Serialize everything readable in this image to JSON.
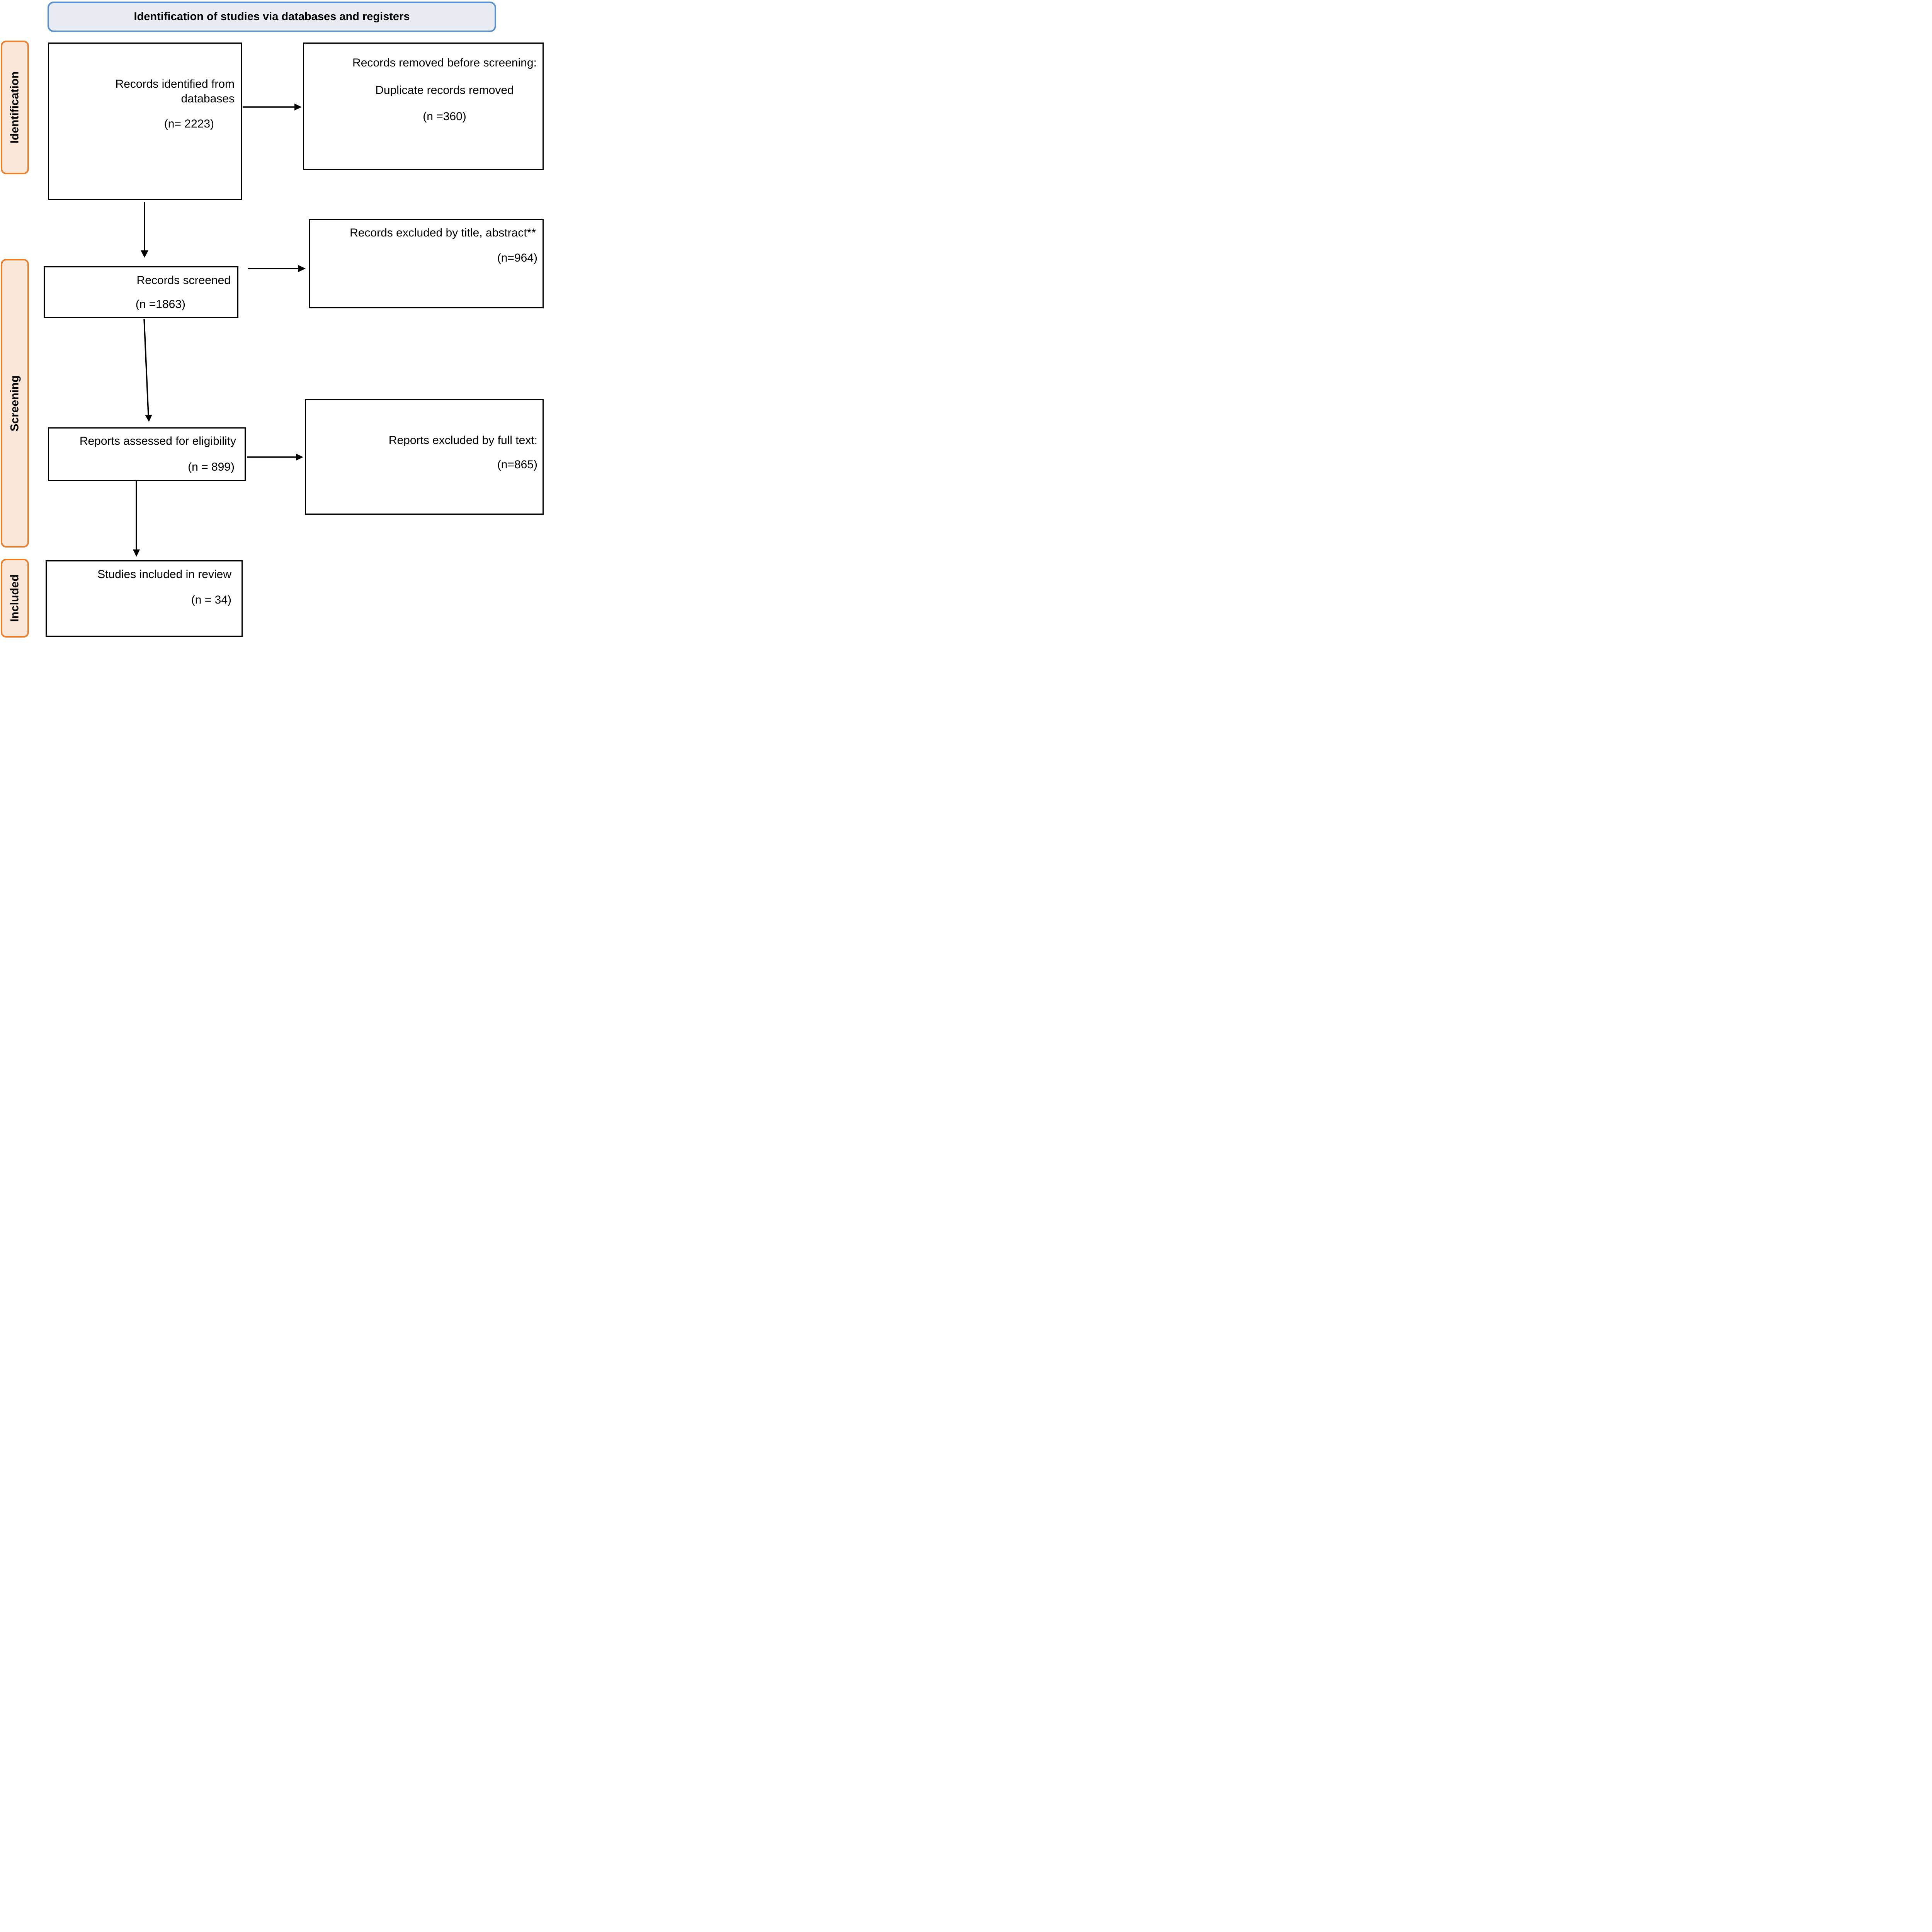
{
  "header": {
    "title": "Identification of studies via databases and registers"
  },
  "stages": {
    "identification": "Identification",
    "screening": "Screening",
    "included": "Included"
  },
  "boxes": {
    "identified": {
      "line1": "Records identified from",
      "line2": "databases",
      "count": "(n= 2223)"
    },
    "removed": {
      "line1": "Records removed before screening:",
      "line2": "Duplicate records removed",
      "count": "(n =360)"
    },
    "screened": {
      "line1": "Records screened",
      "count": "(n =1863)"
    },
    "excluded_title_abstract": {
      "line1": "Records excluded by title, abstract**",
      "count": "(n=964)"
    },
    "assessed": {
      "line1": "Reports assessed for eligibility",
      "count": "(n = 899)"
    },
    "excluded_full_text": {
      "line1": "Reports excluded by full text:",
      "count": "(n=865)"
    },
    "included_review": {
      "line1": "Studies included in review",
      "count": "(n = 34)"
    }
  },
  "colors": {
    "blue_border": "#5B92CD",
    "blue_fill": "#E9EDF3",
    "orange_border": "#E87E2E",
    "orange_fill": "#FBE7D9",
    "ink": "#000000",
    "paper": "#FFFFFF"
  }
}
